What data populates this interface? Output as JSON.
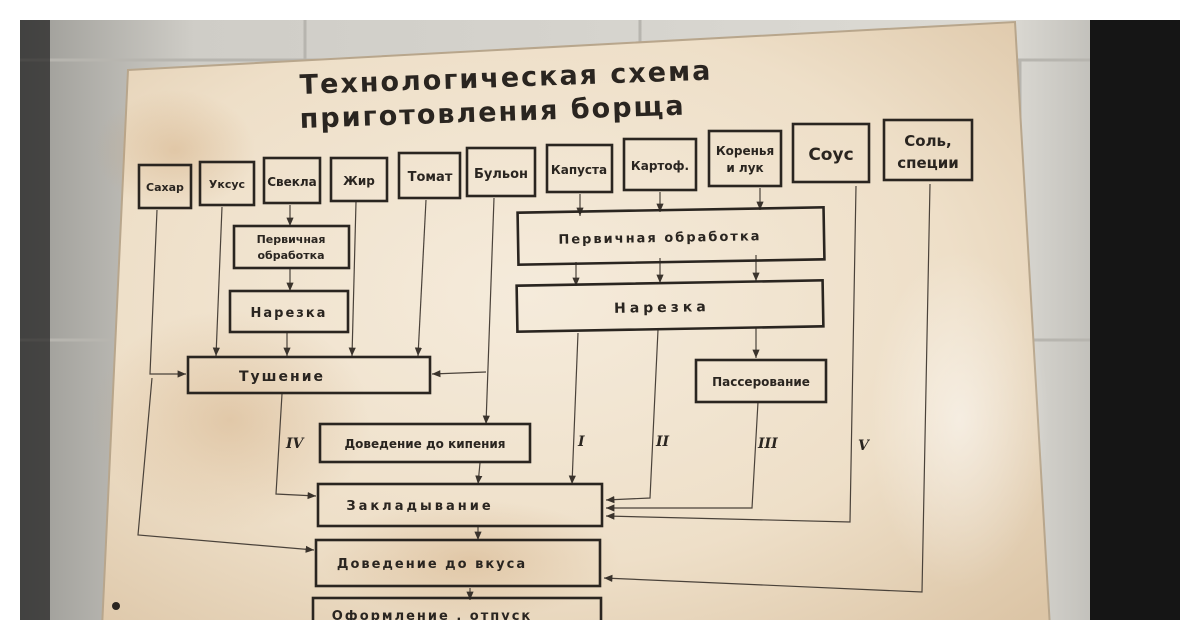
{
  "title": {
    "line1": "Технологическая схема",
    "line2": "приготовления  борща"
  },
  "ingredients": {
    "sugar": "Сахар",
    "vinegar": "Уксус",
    "beet": "Свекла",
    "fat": "Жир",
    "tomato": "Томат",
    "broth": "Бульон",
    "cabbage": "Капуста",
    "potato": "Картоф.",
    "roots_line1": "Коренья",
    "roots_line2": "и лук",
    "sauce": "Соус",
    "salt_line1": "Соль,",
    "salt_line2": "специи"
  },
  "steps": {
    "beet_prep_line1": "Первичная",
    "beet_prep_line2": "обработка",
    "beet_cut": "Нарезка",
    "veg_prep": "Первичная  обработка",
    "veg_cut": "Нарезка",
    "stewing": "Тушение",
    "sauteing": "Пассерование",
    "boil": "Доведение  до кипения",
    "loading": "Закладывание",
    "taste": "Доведение  до вкуса",
    "serving": "Оформление ,  отпуск"
  },
  "roman_marks": {
    "iv": "IV",
    "i": "I",
    "ii": "II",
    "iii": "III",
    "v": "V"
  },
  "colors": {
    "board": "#efe2cf",
    "ink": "#2a2520",
    "wall": "#d7d5cf",
    "shadow": "#151515"
  }
}
